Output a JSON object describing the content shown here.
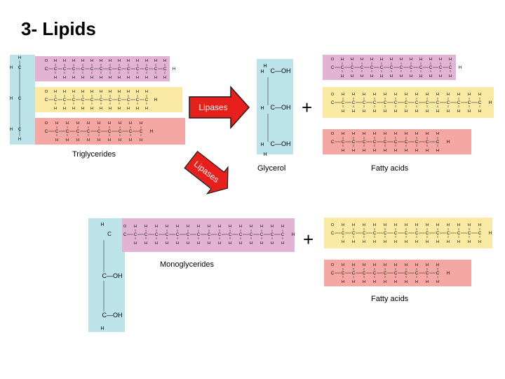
{
  "title": "3- Lipids",
  "labels": {
    "triglycerides": "Triglycerides",
    "glycerol": "Glycerol",
    "fatty_acids_top": "Fatty acids",
    "monoglycerides": "Monoglycerides",
    "fatty_acids_bottom": "Fatty acids"
  },
  "arrows": {
    "horizontal": "Lipases",
    "diagonal": "Lipases"
  },
  "plus_sign": "+",
  "molecule": {
    "carbon": "C",
    "hydrogen": "H",
    "oxygen": "O",
    "hydroxyl": "C—OH",
    "carbonyl": "O"
  },
  "colors": {
    "glycerol": "#bde3ea",
    "chain_pink": "#e3b3d3",
    "chain_yellow": "#fbeaa4",
    "chain_salmon": "#f4a7a3",
    "arrow": "#e8201c"
  }
}
